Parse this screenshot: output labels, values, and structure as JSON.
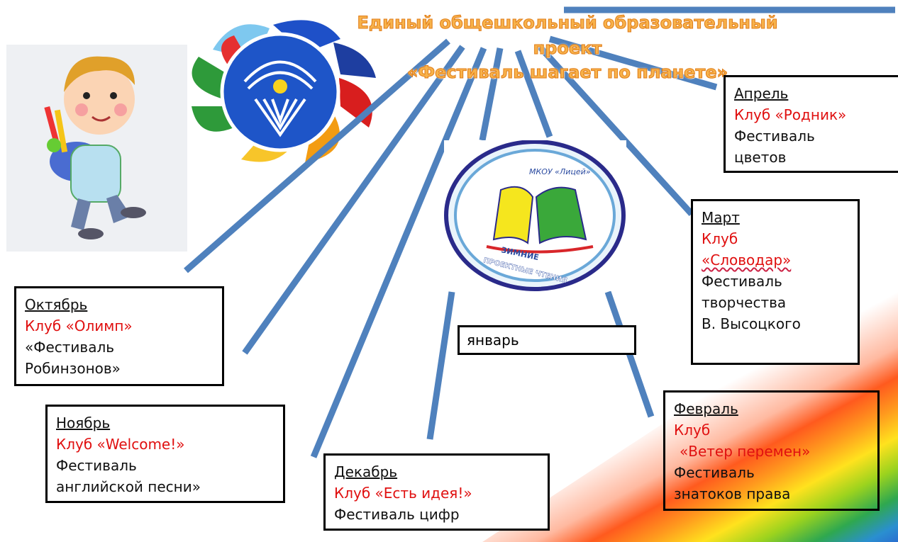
{
  "title": {
    "line1": "Единый общешкольный образовательный",
    "line2": "проект",
    "line3": "«Фестиваль шагает по планете»"
  },
  "emblem_text": {
    "arc": "МКОУ «Лицей»",
    "band1": "ЗИМНИЕ",
    "band2": "ПРОЕКТНЫЕ ЧТЕНИЯ"
  },
  "months": {
    "october": {
      "month": "Октябрь",
      "club": "Клуб «Олимп»",
      "line1": "«Фестиваль",
      "line2": "Робинзонов»"
    },
    "november": {
      "month": "Ноябрь",
      "club": "Клуб «Welcome!»",
      "line1": "Фестиваль",
      "line2": "английской песни»"
    },
    "december": {
      "month": "Декабрь",
      "club": "Клуб «Есть идея!»",
      "line1": "Фестиваль цифр"
    },
    "january": {
      "month": "январь"
    },
    "february": {
      "month": "Февраль",
      "club1": "Клуб",
      "club2": "«Ветер перемен»",
      "line1": "Фестиваль",
      "line2": "знатоков права"
    },
    "march": {
      "month": "Март",
      "club1": "Клуб",
      "club2": "«Словодар»",
      "line1": "Фестиваль",
      "line2": "творчества",
      "line3": "В. Высоцкого"
    },
    "april": {
      "month": "Апрель",
      "club": "Клуб «Родник»",
      "line1": "Фестиваль",
      "line2": "цветов"
    }
  },
  "colors": {
    "ray": "#4f81bd",
    "club": "#e01010",
    "title": "#f7b24a"
  }
}
